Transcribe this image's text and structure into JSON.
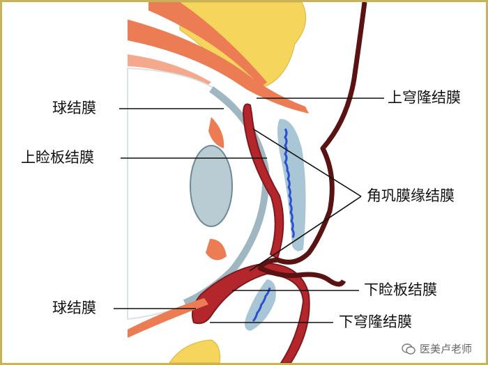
{
  "labels": {
    "bulbar_top": "球结膜",
    "upper_tarsal": "上睑板结膜",
    "bulbar_bottom": "球结膜",
    "upper_fornix": "上穹隆结膜",
    "limbal": "角巩膜缘结膜",
    "lower_tarsal": "下睑板结膜",
    "lower_fornix": "下穹隆结膜"
  },
  "watermark": {
    "text": "医美卢老师",
    "icon": "wechat-icon"
  },
  "colors": {
    "frame": "#c8b35a",
    "fat": "#f6d55c",
    "muscle": "#ec7c54",
    "conjunctiva": "#b3272c",
    "skin": "#5a1212",
    "globe": "#b9ccd4",
    "gland": "#a8c6d6",
    "gland_line": "#2a4fd0"
  }
}
